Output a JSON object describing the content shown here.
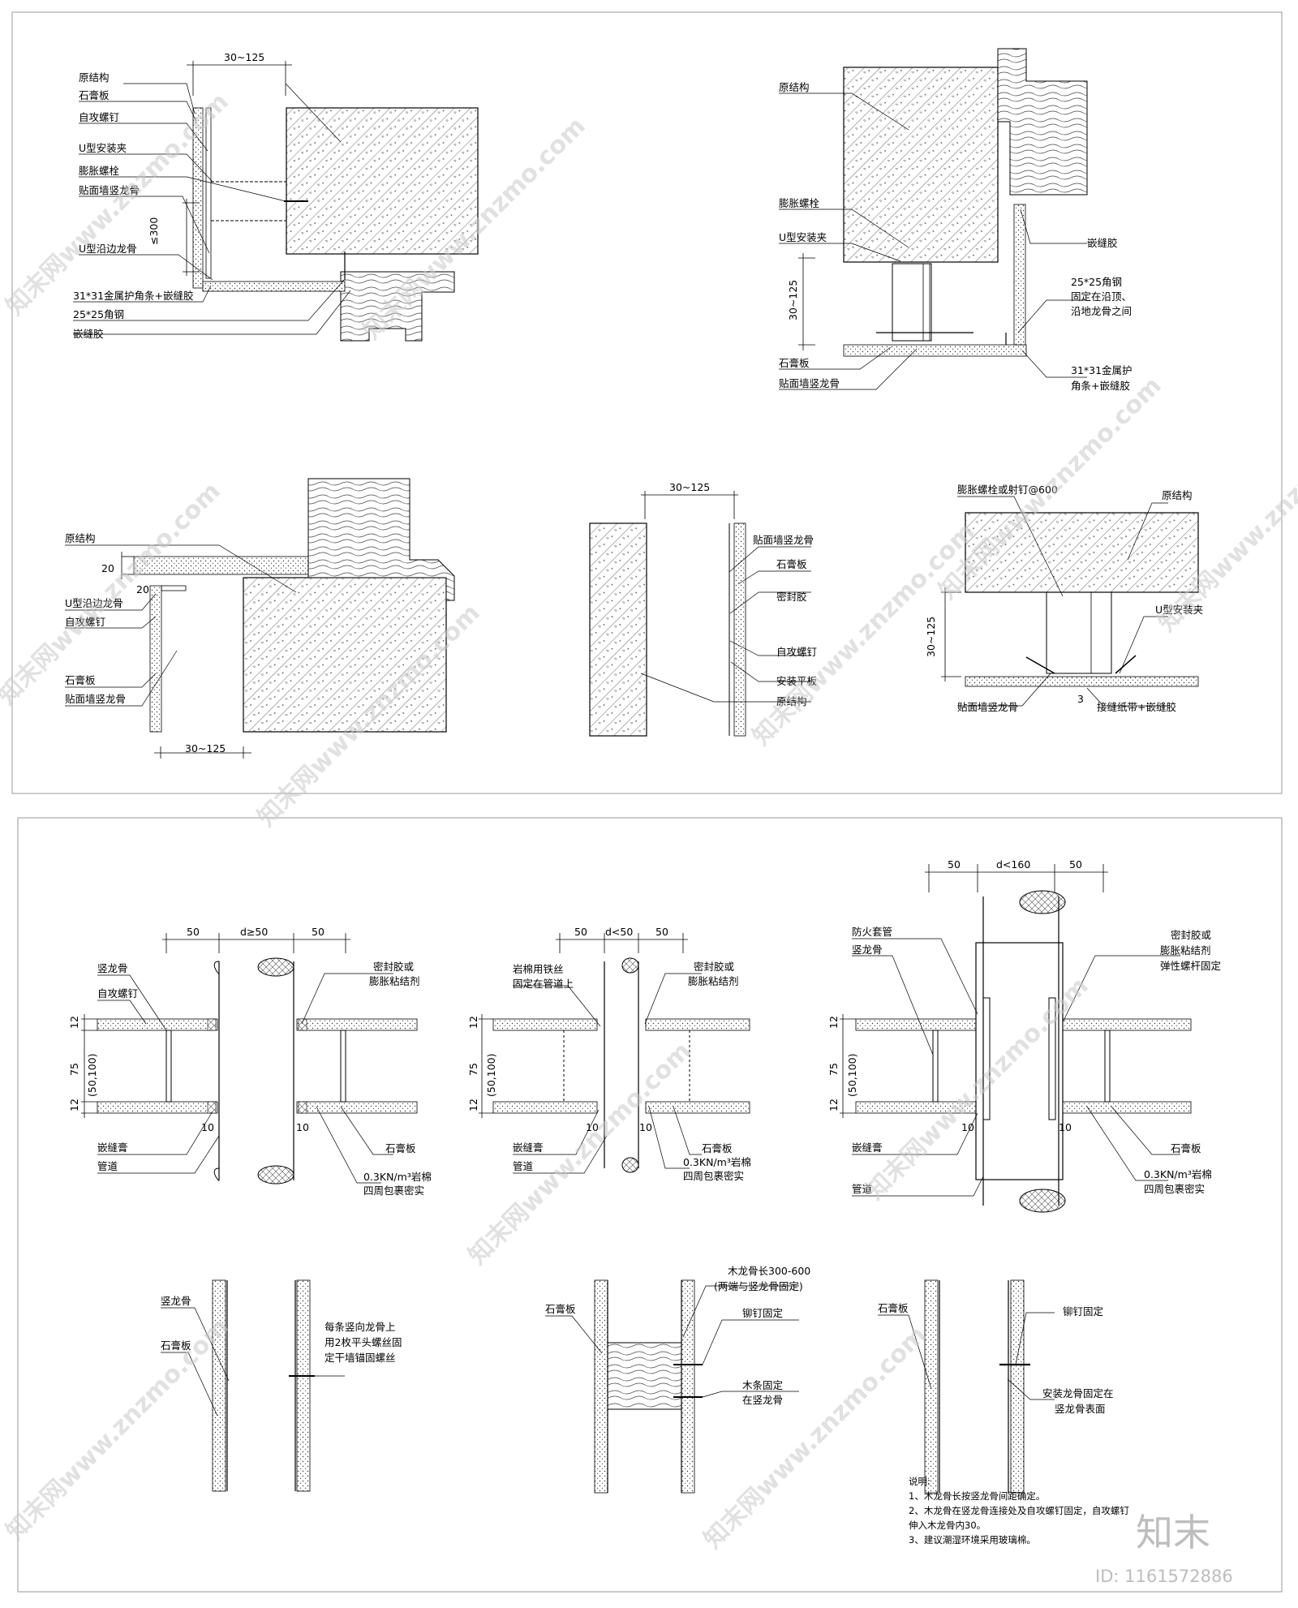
{
  "labels": {
    "orig_structure": "原结构",
    "gypsum_board": "石膏板",
    "self_tapping_screw": "自攻螺钉",
    "u_clip": "U型安装夹",
    "expansion_bolt": "膨胀螺栓",
    "wall_stud": "贴面墙竖龙骨",
    "u_edge_keel": "U型沿边龙骨",
    "corner_31": "31*31金属护角条+嵌缝胶",
    "angle_steel": "25*25角钢",
    "caulk": "嵌缝胶",
    "angle_steel_fix_1": "25*25角钢",
    "angle_steel_fix_2": "固定在沿顶、",
    "angle_steel_fix_3": "沿地龙骨之间",
    "corner_31_a": "31*31金属护",
    "corner_31_b": "角条+嵌缝胶",
    "sealant": "密封胶",
    "flat_plate": "安装平板",
    "bolt_or_nail": "膨胀螺栓或射钉@600",
    "tape_caulk": "接缝纸带+嵌缝胶",
    "stud": "竖龙骨",
    "sealant_or_1": "密封胶或",
    "sealant_or_2": "膨胀粘结剂",
    "elastic_rod": "弹性螺杆固定",
    "caulk_paste": "嵌缝膏",
    "pipe": "管道",
    "rockwool_1": "0.3KN/m³岩棉",
    "rockwool_2": "四周包裹密实",
    "wire_1": "岩棉用铁丝",
    "wire_2": "固定在管道上",
    "fire_sleeve": "防火套管",
    "stud_note_1": "每条竖向龙骨上",
    "stud_note_2": "用2枚平头螺丝固",
    "stud_note_3": "定干墙锚固螺丝",
    "wood_keel_1": "木龙骨长300-600",
    "wood_keel_2": "(两端与竖龙骨固定)",
    "rivet": "铆钉固定",
    "wood_fix_1": "木条固定",
    "wood_fix_2": "在竖龙骨",
    "install_keel_1": "安装龙骨固定在",
    "install_keel_2": "竖龙骨表面"
  },
  "dims": {
    "d30_125": "30~125",
    "le300": "≤300",
    "d20": "20",
    "d3": "3",
    "d50": "50",
    "d12": "12",
    "d75": "75",
    "d50_100": "(50,100)",
    "d10": "10",
    "dge50": "d≥50",
    "dlt50": "d<50",
    "dlt160": "d<160"
  },
  "notes": {
    "title": "说明:",
    "n1": "1、木龙骨长按竖龙骨间距确定。",
    "n2a": "2、木龙骨在竖龙骨连接处及自攻螺钉固定，自攻螺钉",
    "n2b": "伸入木龙骨内30。",
    "n3": "3、建议潮湿环境采用玻璃棉。"
  },
  "watermark": {
    "text": "知末网www.znzmo.com",
    "logo": "知末",
    "id": "ID: 1161572886"
  }
}
